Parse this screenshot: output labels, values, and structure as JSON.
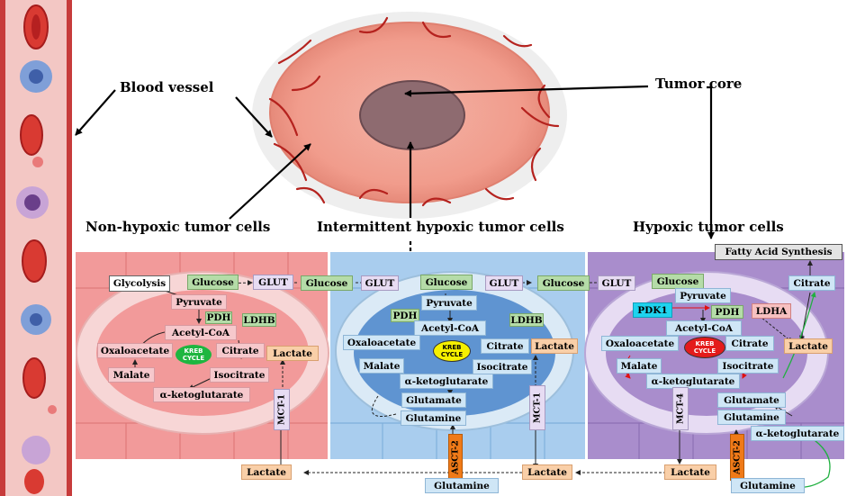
{
  "headings": {
    "blood_vessel": "Blood vessel",
    "tumor_core": "Tumor core",
    "non_hypoxic": "Non-hypoxic tumor cells",
    "intermittent": "Intermittent hypoxic tumor cells",
    "hypoxic": "Hypoxic tumor cells"
  },
  "non_hypoxic": {
    "glycolysis": "Glycolysis",
    "glucose": "Glucose",
    "glut": "GLUT",
    "pyruvate": "Pyruvate",
    "pdh": "PDH",
    "ldhb": "LDHB",
    "acetyl_coa": "Acetyl-CoA",
    "oxaloacetate": "Oxaloacetate",
    "kreb": "KREB CYCLE",
    "citrate": "Citrate",
    "lactate": "Lactate",
    "malate": "Malate",
    "isocitrate": "Isocitrate",
    "akg": "α-ketoglutarate",
    "mct": "MCT-1"
  },
  "intermittent": {
    "glucose_ext": "Glucose",
    "glut_left": "GLUT",
    "glucose": "Glucose",
    "glut_right": "GLUT",
    "pyruvate": "Pyruvate",
    "pdh": "PDH",
    "ldhb": "LDHB",
    "acetyl_coa": "Acetyl-CoA",
    "oxaloacetate": "Oxaloacetate",
    "kreb": "KREB CYCLE",
    "citrate": "Citrate",
    "lactate": "Lactate",
    "malate": "Malate",
    "isocitrate": "Isocitrate",
    "akg": "α-ketoglutarate",
    "glutamate": "Glutamate",
    "glutamine": "Glutamine",
    "mct": "MCT-1",
    "asct": "ASCT-2"
  },
  "hypoxic": {
    "glucose_ext": "Glucose",
    "glut": "GLUT",
    "glucose": "Glucose",
    "fatty_acid": "Fatty Acid Synthesis",
    "pyruvate": "Pyruvate",
    "pdk1": "PDK1",
    "pdh": "PDH",
    "ldha": "LDHA",
    "citrate_out": "Citrate",
    "acetyl_coa": "Acetyl-CoA",
    "oxaloacetate": "Oxaloacetate",
    "kreb": "KREB CYCLE",
    "citrate": "Citrate",
    "lactate": "Lactate",
    "malate": "Malate",
    "isocitrate": "Isocitrate",
    "akg": "α-ketoglutarate",
    "glutamate": "Glutamate",
    "glutamine": "Glutamine",
    "mct": "MCT-4",
    "asct": "ASCT-2",
    "akg_out": "α-ketoglutarate"
  },
  "bottom": {
    "lactate_1": "Lactate",
    "glutamine_1": "Glutamine",
    "lactate_2": "Lactate",
    "lactate_3": "Lactate",
    "glutamine_2": "Glutamine"
  },
  "colors": {
    "non_hypoxic_cell": "#f29a9a",
    "intermittent_cell": "#a9cdee",
    "hypoxic_cell": "#a98dcc",
    "blood_vessel": "#f3c7c4",
    "tumor": "#f4a699",
    "tumor_core": "#8e6b70",
    "kreb_green": "#1eb640",
    "kreb_yellow": "#f6f000",
    "kreb_red": "#e41b1b"
  }
}
